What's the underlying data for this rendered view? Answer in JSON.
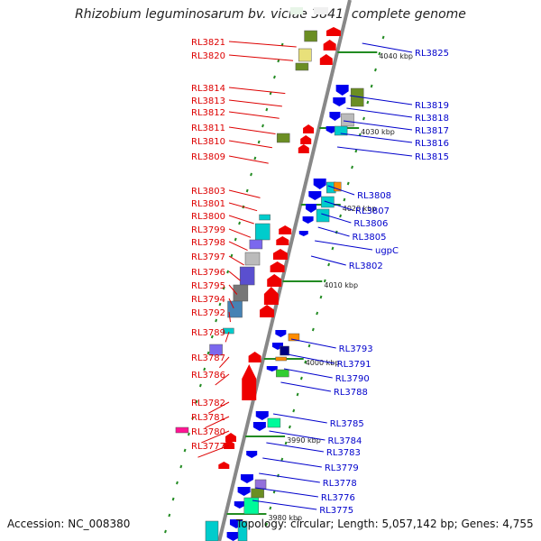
{
  "title": "Rhizobium leguminosarum bv. viciae 3841, complete genome",
  "accession": "Accession: NC_008380",
  "topology": "Topology: circular; Length: 5,057,142 bp; Genes: 4,755",
  "colors": {
    "reverse_label": "#dd0000",
    "forward_label": "#0000cc",
    "backbone": "#888888",
    "tick": "#228b22"
  },
  "kbp_ticks": [
    "4040 kbp",
    "4030 kbp",
    "4020 kbp",
    "4010 kbp",
    "4000 kbp",
    "3990 kbp",
    "3980 kbp"
  ],
  "left_labels": [
    "RL3821",
    "RL3820",
    "RL3814",
    "RL3813",
    "RL3812",
    "RL3811",
    "RL3810",
    "RL3809",
    "RL3803",
    "RL3801",
    "RL3800",
    "RL3799",
    "RL3798",
    "RL3797",
    "RL3796",
    "RL3795",
    "RL3794",
    "RL3792",
    "RL3789",
    "RL3787",
    "RL3786",
    "RL3782",
    "RL3781",
    "RL3780",
    "RL3777"
  ],
  "right_labels": [
    "RL3825",
    "RL3819",
    "RL3818",
    "RL3817",
    "RL3816",
    "RL3815",
    "RL3808",
    "RL3807",
    "RL3806",
    "RL3805",
    "ugpC",
    "RL3802",
    "RL3793",
    "RL3791",
    "RL3790",
    "RL3788",
    "RL3785",
    "RL3784",
    "RL3783",
    "RL3779",
    "RL3778",
    "RL3776",
    "RL3775"
  ]
}
